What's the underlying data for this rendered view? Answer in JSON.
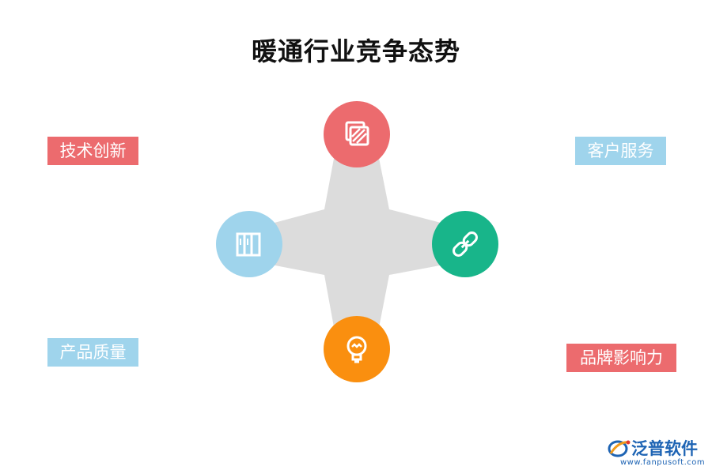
{
  "title": "暖通行业竞争态势",
  "colors": {
    "red": "#ec6b6e",
    "blue": "#9fd4ec",
    "green": "#18b58a",
    "orange": "#fa8f0f",
    "star": "#dcdcdc"
  },
  "labels": {
    "top_left": "技术创新",
    "top_right": "客户服务",
    "bottom_left": "产品质量",
    "bottom_right": "品牌影响力"
  },
  "nodes": {
    "top": {
      "icon": "layers-icon"
    },
    "right": {
      "icon": "link-icon"
    },
    "bottom": {
      "icon": "lightbulb-icon"
    },
    "left": {
      "icon": "books-icon"
    }
  },
  "logo": {
    "name": "泛普软件",
    "url": "www.fanpusoft.com"
  }
}
